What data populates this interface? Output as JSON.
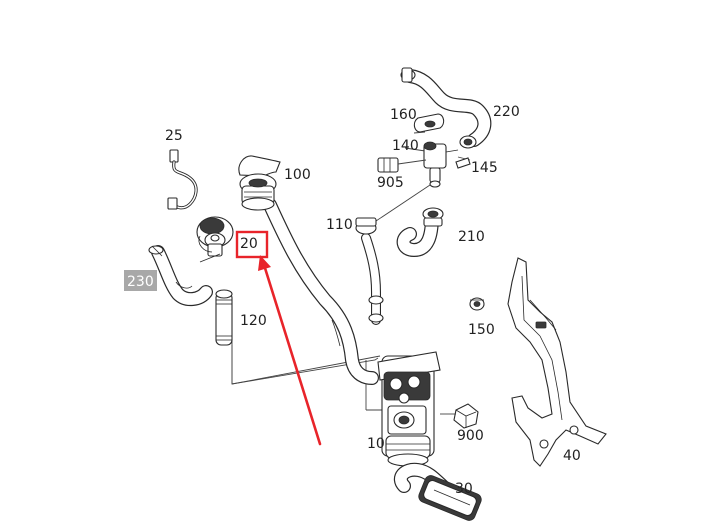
{
  "diagram": {
    "labels": {
      "p10": "10",
      "p20": "20",
      "p25": "25",
      "p30": "30",
      "p40": "40",
      "p100": "100",
      "p110": "110",
      "p120": "120",
      "p140": "140",
      "p145": "145",
      "p150": "150",
      "p160": "160",
      "p210": "210",
      "p220": "220",
      "p230": "230",
      "p900": "900",
      "p905": "905"
    },
    "highlight_box_color": "#e8242a",
    "pointer_arrow_color": "#e8242a",
    "tag_background_color": "#a8a8a8"
  }
}
